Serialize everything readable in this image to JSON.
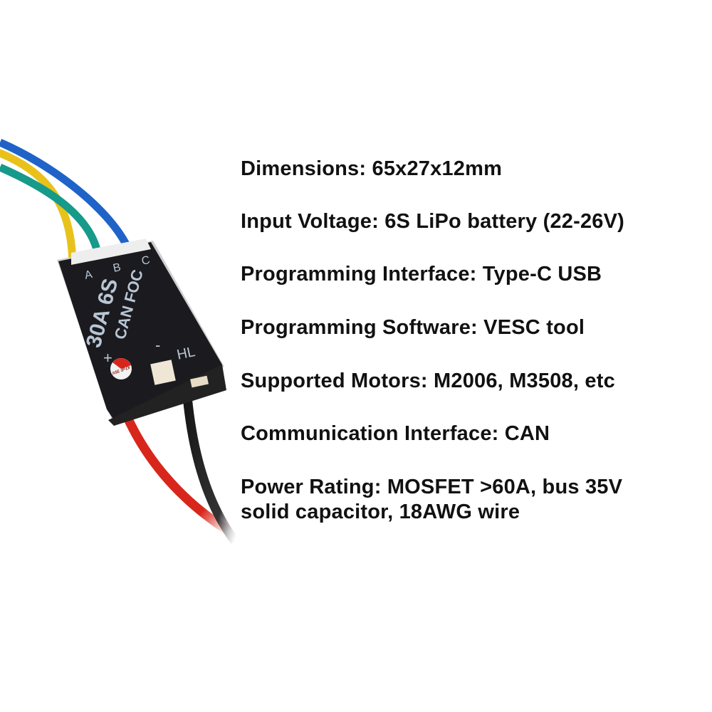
{
  "device": {
    "label_lines": [
      "30A 6S",
      "CAN FOC"
    ],
    "phase_labels": [
      "A",
      "B",
      "C"
    ],
    "pin_labels": [
      "+",
      "-",
      "HL"
    ],
    "capacitor_marking": "47uF 35V",
    "wire_colors": {
      "yellow": "#e8c21a",
      "green": "#169a8a",
      "blue": "#1f63c9",
      "red": "#d8261c",
      "black": "#151515"
    }
  },
  "specs": [
    {
      "label": "Dimensions: 65x27x12mm"
    },
    {
      "label": "Input Voltage: 6S LiPo battery (22-26V)"
    },
    {
      "label": "Programming Interface: Type-C USB"
    },
    {
      "label": "Programming Software: VESC tool"
    },
    {
      "label": "Supported Motors: M2006, M3508, etc"
    },
    {
      "label": "Communication Interface: CAN"
    },
    {
      "label": "Power Rating: MOSFET >60A, bus 35V"
    },
    {
      "label": "solid capacitor, 18AWG wire"
    }
  ]
}
